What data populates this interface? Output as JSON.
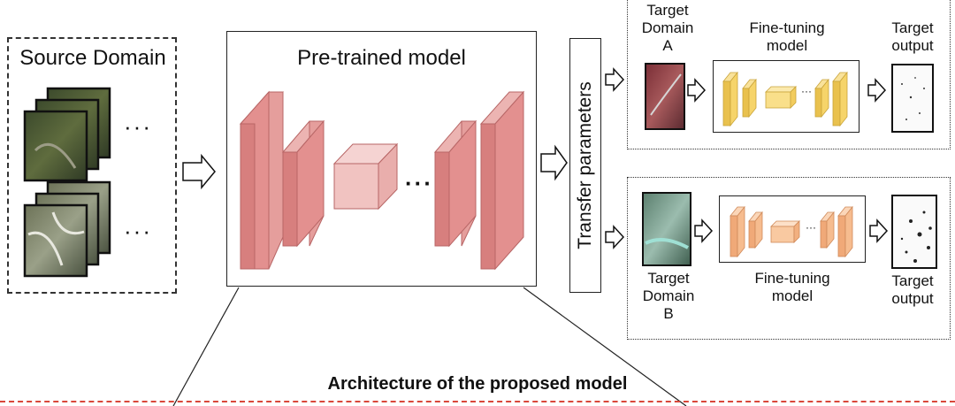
{
  "source": {
    "title": "Source Domain",
    "ellipsis": "···"
  },
  "pretrained": {
    "title": "Pre-trained model",
    "ellipsis": "···"
  },
  "transfer": {
    "label": "Transfer parameters"
  },
  "target_a": {
    "domain_label_line1": "Target",
    "domain_label_line2": "Domain",
    "domain_label_line3": "A",
    "finetune_line1": "Fine-tuning",
    "finetune_line2": "model",
    "output_line1": "Target",
    "output_line2": "output",
    "ellipsis": "···"
  },
  "target_b": {
    "domain_label_line1": "Target",
    "domain_label_line2": "Domain",
    "domain_label_line3": "B",
    "finetune_line1": "Fine-tuning",
    "finetune_line2": "model",
    "output_line1": "Target",
    "output_line2": "output",
    "ellipsis": "···"
  },
  "architecture": {
    "title": "Architecture of the proposed model"
  },
  "colors": {
    "pretrained_front": "#e3908f",
    "pretrained_side": "#ecb4b2",
    "pretrained_cube": "#f1c3c1",
    "finetune_a": "#f6d46a",
    "finetune_b": "#f6bc8f",
    "dash_accent": "#d9473a"
  }
}
